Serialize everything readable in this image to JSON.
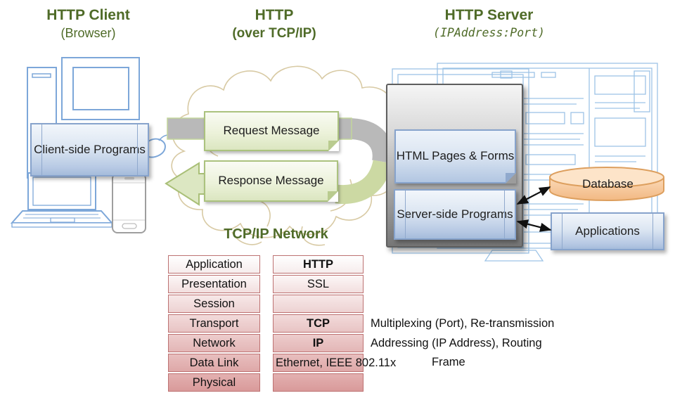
{
  "headers": {
    "client": {
      "title": "HTTP Client",
      "subtitle": "(Browser)"
    },
    "network": {
      "title": "HTTP",
      "subtitle": "(over TCP/IP)"
    },
    "server": {
      "title": "HTTP Server",
      "subtitle": "(IPAddress:Port)"
    }
  },
  "client": {
    "programs_box": "Client-side Programs"
  },
  "network": {
    "request_label": "Request Message",
    "response_label": "Response Message",
    "caption": "TCP/IP Network"
  },
  "server": {
    "html_pages_box": "HTML Pages & Forms",
    "programs_box": "Server-side Programs",
    "database_label": "Database",
    "applications_label": "Applications"
  },
  "protocol_stack": {
    "osi_layers": [
      "Application",
      "Presentation",
      "Session",
      "Transport",
      "Network",
      "Data Link",
      "Physical"
    ],
    "protocols": [
      "HTTP",
      "SSL",
      "",
      "TCP",
      "IP",
      "Ethernet, IEEE 802.11x",
      ""
    ],
    "bold_protocols": [
      "HTTP",
      "TCP",
      "IP"
    ],
    "annotations": [
      "Multiplexing (Port), Re-transmission",
      "Addressing (IP Address), Routing",
      "Frame"
    ]
  },
  "colors": {
    "heading_green": "#4f6b28",
    "diagram_blue_border": "#87a3cc",
    "diagram_blue_fill": "#b7c9e4",
    "note_green_border": "#abc27e",
    "note_green_fill": "#e3ecce",
    "ribbon_gray": "#b9b9b9",
    "server_panel_gray": "#8a8a8a",
    "wireframe_blue": "#9dc3e6",
    "database_fill": "#fbd9b8",
    "database_border": "#dd9f5e",
    "table_border_red": "#bd7272",
    "table_fill_pink": "#e2a8a8",
    "cloud_tan": "#d8caa4",
    "text_dark": "#111111"
  }
}
